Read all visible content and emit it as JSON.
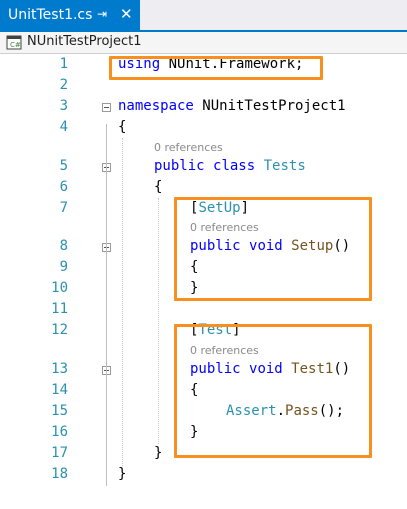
{
  "tab": {
    "title": "UnitTest1.cs",
    "pin_icon": "pin-icon",
    "close_icon": "close-icon"
  },
  "navbar": {
    "project_icon": "csharp-project-icon",
    "project": "NUnitTestProject1"
  },
  "code": {
    "lines": [
      {
        "num": "1",
        "parts": [
          [
            "kw",
            "using"
          ],
          [
            "t",
            " NUnit.Framework;"
          ]
        ]
      },
      {
        "num": "2",
        "parts": []
      },
      {
        "num": "3",
        "parts": [
          [
            "kw",
            "namespace"
          ],
          [
            "t",
            " NUnitTestProject1"
          ]
        ]
      },
      {
        "num": "4",
        "parts": [
          [
            "t",
            "{"
          ]
        ]
      },
      {
        "num": "5",
        "parts": [
          [
            "kw",
            "public"
          ],
          [
            "t",
            " "
          ],
          [
            "kw",
            "class"
          ],
          [
            "t",
            " "
          ],
          [
            "ty",
            "Tests"
          ]
        ]
      },
      {
        "num": "6",
        "parts": [
          [
            "t",
            "{"
          ]
        ]
      },
      {
        "num": "7",
        "parts": [
          [
            "t",
            "["
          ],
          [
            "ty",
            "SetUp"
          ],
          [
            "t",
            "]"
          ]
        ]
      },
      {
        "num": "8",
        "parts": [
          [
            "kw",
            "public"
          ],
          [
            "t",
            " "
          ],
          [
            "kw",
            "void"
          ],
          [
            "t",
            " "
          ],
          [
            "fn",
            "Setup"
          ],
          [
            "t",
            "()"
          ]
        ]
      },
      {
        "num": "9",
        "parts": [
          [
            "t",
            "{"
          ]
        ]
      },
      {
        "num": "10",
        "parts": [
          [
            "t",
            "}"
          ]
        ]
      },
      {
        "num": "11",
        "parts": []
      },
      {
        "num": "12",
        "parts": [
          [
            "t",
            "["
          ],
          [
            "ty",
            "Test"
          ],
          [
            "t",
            "]"
          ]
        ]
      },
      {
        "num": "13",
        "parts": [
          [
            "kw",
            "public"
          ],
          [
            "t",
            " "
          ],
          [
            "kw",
            "void"
          ],
          [
            "t",
            " "
          ],
          [
            "fn",
            "Test1"
          ],
          [
            "t",
            "()"
          ]
        ]
      },
      {
        "num": "14",
        "parts": [
          [
            "t",
            "{"
          ]
        ]
      },
      {
        "num": "15",
        "parts": [
          [
            "ty",
            "Assert"
          ],
          [
            "t",
            "."
          ],
          [
            "fn",
            "Pass"
          ],
          [
            "t",
            "();"
          ]
        ]
      },
      {
        "num": "16",
        "parts": [
          [
            "t",
            "}"
          ]
        ]
      },
      {
        "num": "17",
        "parts": [
          [
            "t",
            "}"
          ]
        ]
      },
      {
        "num": "18",
        "parts": [
          [
            "t",
            "}"
          ]
        ]
      }
    ],
    "references": [
      "0 references",
      "0 references",
      "0 references"
    ]
  },
  "colors": {
    "accent": "#007acc",
    "highlight": "#f7901e",
    "keyword": "#0000ff",
    "type": "#2b91af",
    "method": "#74531f"
  }
}
